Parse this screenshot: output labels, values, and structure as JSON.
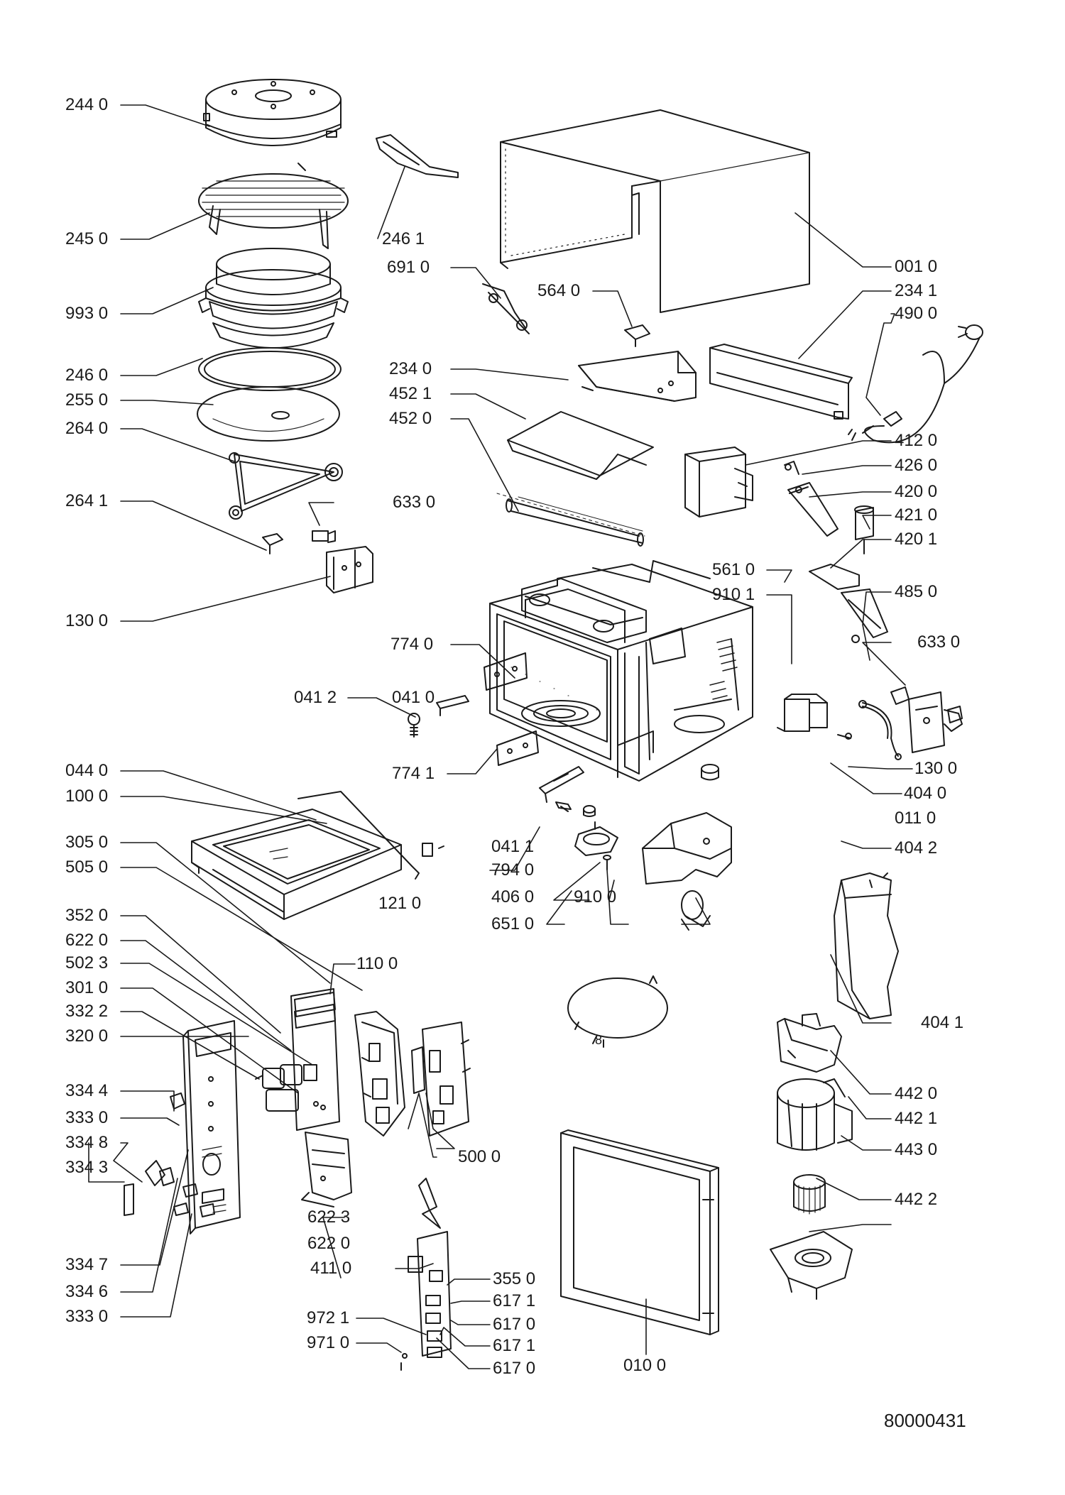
{
  "labels": {
    "p2440": "244 0",
    "p2450": "245 0",
    "p9930": "993 0",
    "p2460": "246 0",
    "p2550": "255 0",
    "p2640": "264 0",
    "p2641": "264 1",
    "p1300a": "130 0",
    "p2461": "246 1",
    "p6910": "691 0",
    "p5640": "564 0",
    "p0010": "001 0",
    "p2341": "234 1",
    "p4900": "490 0",
    "p2340": "234 0",
    "p4521": "452 1",
    "p4520": "452 0",
    "p4120": "412 0",
    "p4260": "426 0",
    "p4200": "420 0",
    "p4210": "421 0",
    "p4201": "420 1",
    "p6330a": "633 0",
    "p5610": "561 0",
    "p9101": "910 1",
    "p4850": "485 0",
    "p6330b": "633 0",
    "p7740": "774 0",
    "p0412": "041 2",
    "p0410": "041 0",
    "p1300b": "130 0",
    "p4040": "404 0",
    "p0110": "011 0",
    "p7741": "774 1",
    "p0440": "044 0",
    "p1000": "100 0",
    "p0411": "041 1",
    "p4042": "404 2",
    "p3050": "305 0",
    "p7940": "794 0",
    "p5050": "505 0",
    "p4060": "406 0",
    "p9100": "910 0",
    "p1210": "121 0",
    "p6510": "651 0",
    "p3520": "352 0",
    "p6220": "622 0",
    "p1100": "110 0",
    "p5023": "502 3",
    "p3010": "301 0",
    "p3322": "332 2",
    "p3200": "320 0",
    "p4041": "404 1",
    "p3344": "334 4",
    "p4420": "442 0",
    "p3330": "333 0",
    "p4421": "442 1",
    "p3348": "334 8",
    "p5000": "500 0",
    "p3343": "334 3",
    "p4430": "443 0",
    "p4422": "442 2",
    "p6223": "622 3",
    "p6220b": "622 0",
    "p3347": "334 7",
    "p4110": "411 0",
    "p3550": "355 0",
    "p3346": "334 6",
    "p6171a": "617 1",
    "p3330b": "333 0",
    "p6170a": "617 0",
    "p9721": "972 1",
    "p6171b": "617 1",
    "p9710": "971 0",
    "p6170b": "617 0",
    "p0100": "010 0",
    "p8": "8"
  },
  "doc_number": "80000431"
}
